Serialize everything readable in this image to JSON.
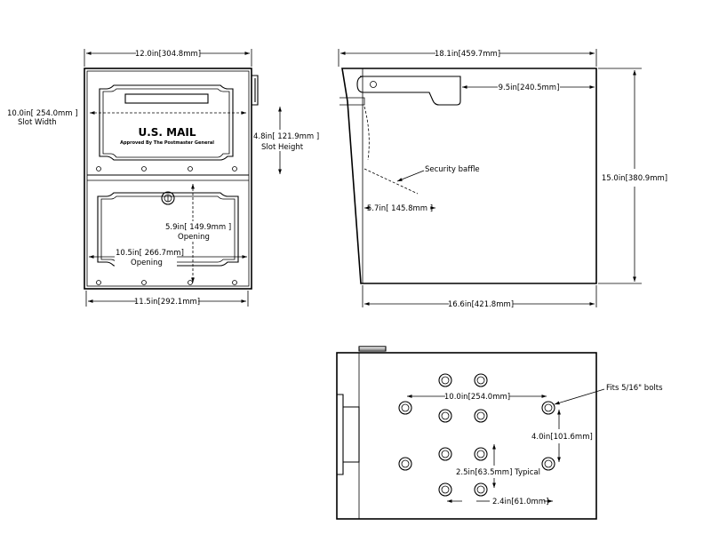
{
  "front_view": {
    "width_top": "12.0in[304.8mm]",
    "slot_width_value": "10.0in[ 254.0mm ]",
    "slot_width_label": "Slot Width",
    "slot_height_value": "4.8in[ 121.9mm ]",
    "slot_height_label": "Slot Height",
    "brand": "U.S. MAIL",
    "approval": "Approved By The Postmaster General",
    "opening_height_value": "5.9in[ 149.9mm ]",
    "opening_height_label": "Opening",
    "opening_width_value": "10.5in[ 266.7mm]",
    "opening_width_label": "Opening",
    "width_bottom": "11.5in[292.1mm]"
  },
  "side_view": {
    "depth_top": "18.1in[459.7mm]",
    "handle_depth": "9.5in[240.5mm]",
    "baffle_label": "Security baffle",
    "baffle_depth": "5.7in[ 145.8mm ]",
    "height": "15.0in[380.9mm]",
    "depth_bottom": "16.6in[421.8mm]"
  },
  "bottom_view": {
    "bolt_spacing_h": "10.0in[254.0mm]",
    "bolt_note": "Fits 5/16\" bolts",
    "bolt_spacing_v": "4.0in[101.6mm]",
    "typical_spacing": "2.5in[63.5mm] Typical",
    "spacing_small": "2.4in[61.0mm]"
  }
}
